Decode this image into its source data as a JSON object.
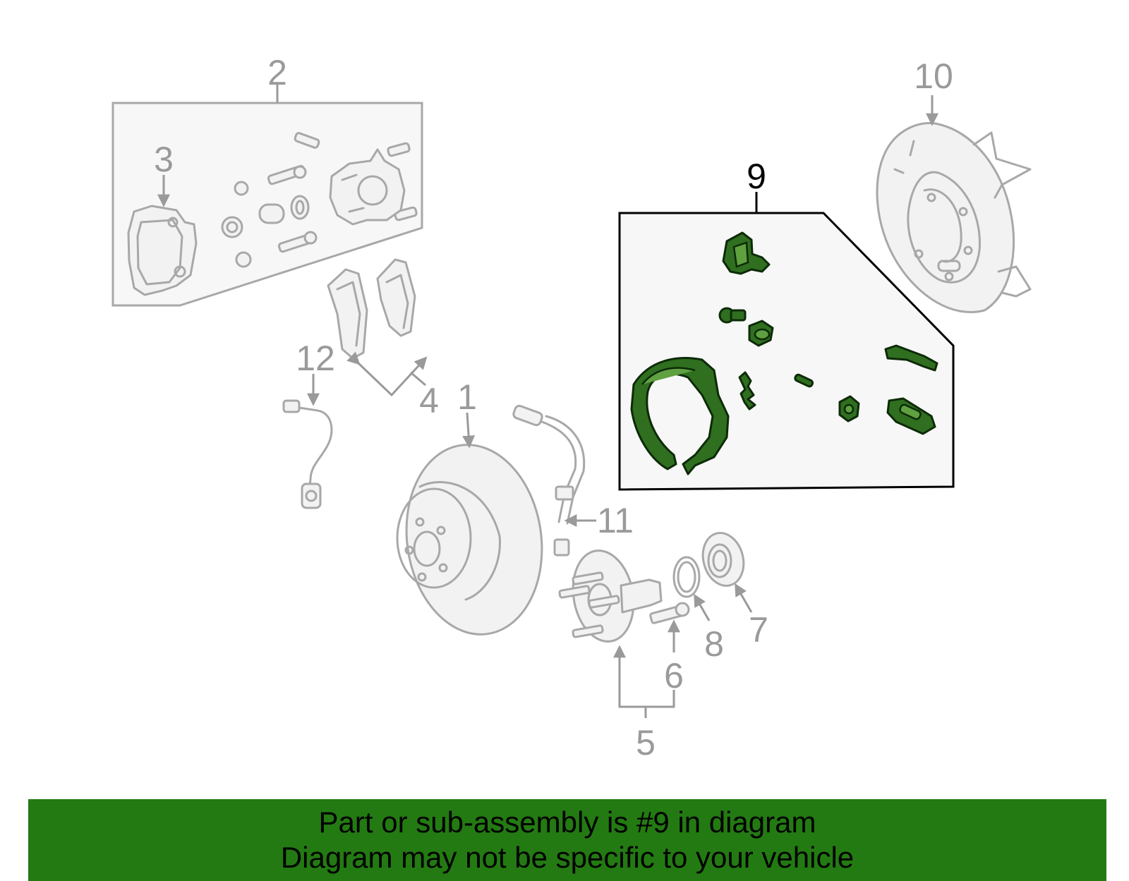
{
  "callouts": {
    "c1": "1",
    "c2": "2",
    "c3": "3",
    "c4": "4",
    "c5": "5",
    "c6": "6",
    "c7": "7",
    "c8": "8",
    "c9": "9",
    "c10": "10",
    "c11": "11",
    "c12": "12"
  },
  "highlighted_part": "9",
  "colors": {
    "highlight": "#2f6f1f",
    "banner": "#237a12",
    "parts": "#a8a8a8"
  },
  "banner": {
    "line1": "Part or sub-assembly is #9 in diagram",
    "line2": "Diagram may not be specific to your vehicle"
  }
}
